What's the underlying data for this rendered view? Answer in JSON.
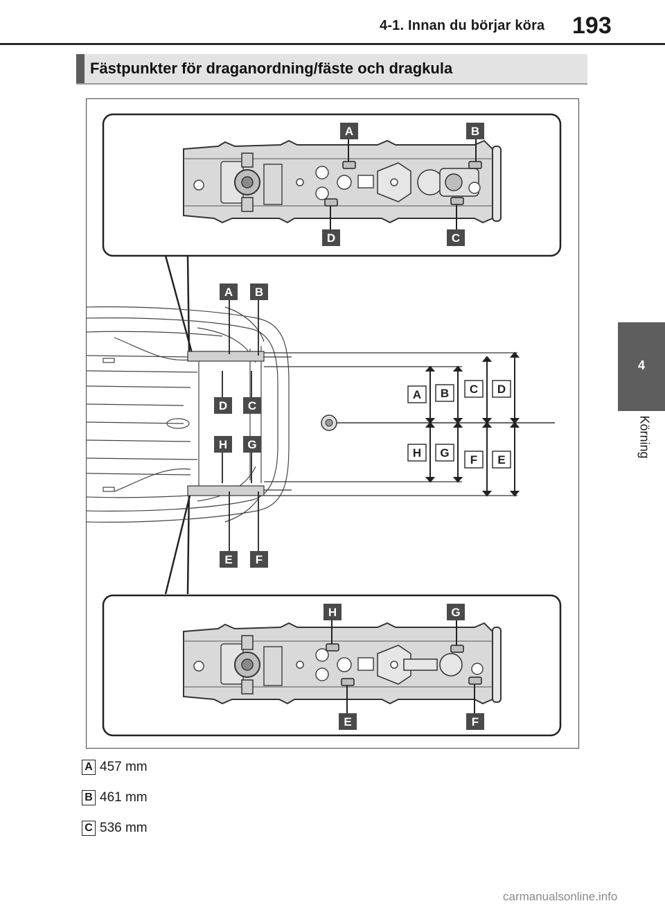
{
  "header": {
    "section": "4-1. Innan du börjar köra",
    "page_number": "193"
  },
  "side_tab": {
    "number": "4",
    "label": "Körning"
  },
  "section_title": "Fästpunkter för draganordning/fäste och dragkula",
  "figure": {
    "top_callouts": [
      "A",
      "B",
      "C",
      "D"
    ],
    "middle_callouts": [
      "A",
      "B",
      "C",
      "D",
      "E",
      "F",
      "G",
      "H"
    ],
    "bottom_callouts": [
      "E",
      "F",
      "G",
      "H"
    ]
  },
  "measurements": [
    {
      "letter": "A",
      "value": "457 mm"
    },
    {
      "letter": "B",
      "value": "461 mm"
    },
    {
      "letter": "C",
      "value": "536 mm"
    }
  ],
  "watermark": "carmanualsonline.info"
}
